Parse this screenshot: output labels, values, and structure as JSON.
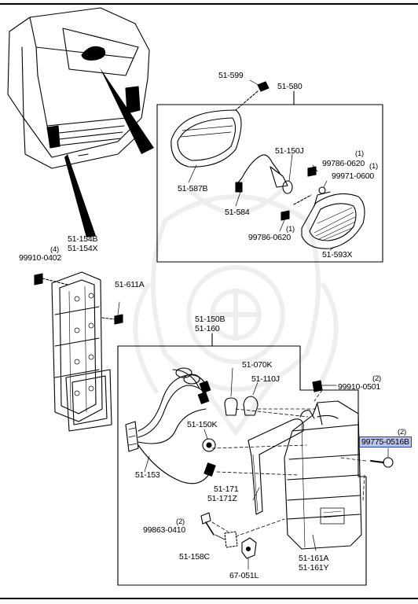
{
  "labels": {
    "p51_599": "51-599",
    "p51_580": "51-580",
    "p51_587b": "51-587B",
    "p51_150j": "51-150J",
    "p99786_0620_a": "99786-0620",
    "q99786_0620_a": "(1)",
    "p99971_0600": "99971-0600",
    "q99971_0600": "(1)",
    "p51_584": "51-584",
    "p99786_0620_b": "99786-0620",
    "q99786_0620_b": "(1)",
    "p51_593x": "51-593X",
    "q99910_0402": "(4)",
    "p99910_0402": "99910-0402",
    "p51_154b": "51-154B",
    "p51_154x": "51-154X",
    "p51_611a": "51-611A",
    "p51_150b": "51-150B",
    "p51_160": "51-160",
    "p51_070k": "51-070K",
    "p51_110j": "51-110J",
    "q99910_0501": "(2)",
    "p99910_0501": "99910-0501",
    "q99775_0516b": "(2)",
    "p99775_0516b": "99775-0516B",
    "p51_150k": "51-150K",
    "p51_153": "51-153",
    "p51_171": "51-171",
    "p51_171z": "51-171Z",
    "q99863_0410": "(2)",
    "p99863_0410": "99863-0410",
    "p51_158c": "51-158C",
    "p51_161a": "51-161A",
    "p51_161y": "51-161Y",
    "p67_051l": "67-051L"
  },
  "colors": {
    "line": "#000000",
    "highlight_fill": "#b9c4ea",
    "highlight_border": "#2a3fb0",
    "watermark": "#9aa0aa"
  }
}
